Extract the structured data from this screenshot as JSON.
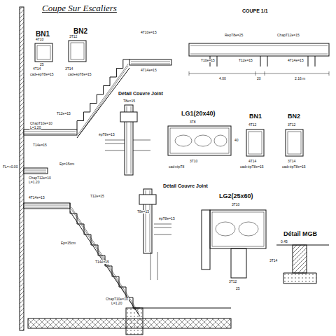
{
  "diagram": {
    "title": "Coupe Sur Escaliers",
    "labels": [
      "BN1",
      "BN2",
      "4T10",
      "3T12",
      "25",
      "4T14",
      "3T14",
      "cad+épT8e=15",
      "cad+épT8e=15",
      "4T10e=15",
      "4T14e=15",
      "COUPE 1/1",
      "RepT8e=25",
      "ChapT12e=15",
      "T10e=15",
      "T12e=15",
      "4T14e=15",
      "4.00",
      "20",
      "2.16 m",
      "Détail Couvre Joint",
      "T8e=15",
      "T12e=15",
      "T14e=15",
      "ChapT10e=10",
      "L=1.20",
      "Ep=15cm",
      "FL=+0.00",
      "ChapT12e=10",
      "L=1.20",
      "4T14e=15",
      "T12e=15",
      "Ep=15cm",
      "T14e=15",
      "ChapT10e=10",
      "L=1.20",
      "LG1(20x40)",
      "3T8",
      "3T10",
      "cad+épT8",
      "BN1",
      "BN2",
      "4T12",
      "3T12",
      "4T14",
      "3T14",
      "cad+épT8e=15",
      "cad+épT8e=15",
      "Détail Couvre Joint",
      "T8e=15",
      "LG2(25x60)",
      "3T10",
      "3T12",
      "3T14",
      "25",
      "Détail MGB",
      "0.45",
      "épT8e=15",
      "épT8e=15",
      "40"
    ]
  }
}
